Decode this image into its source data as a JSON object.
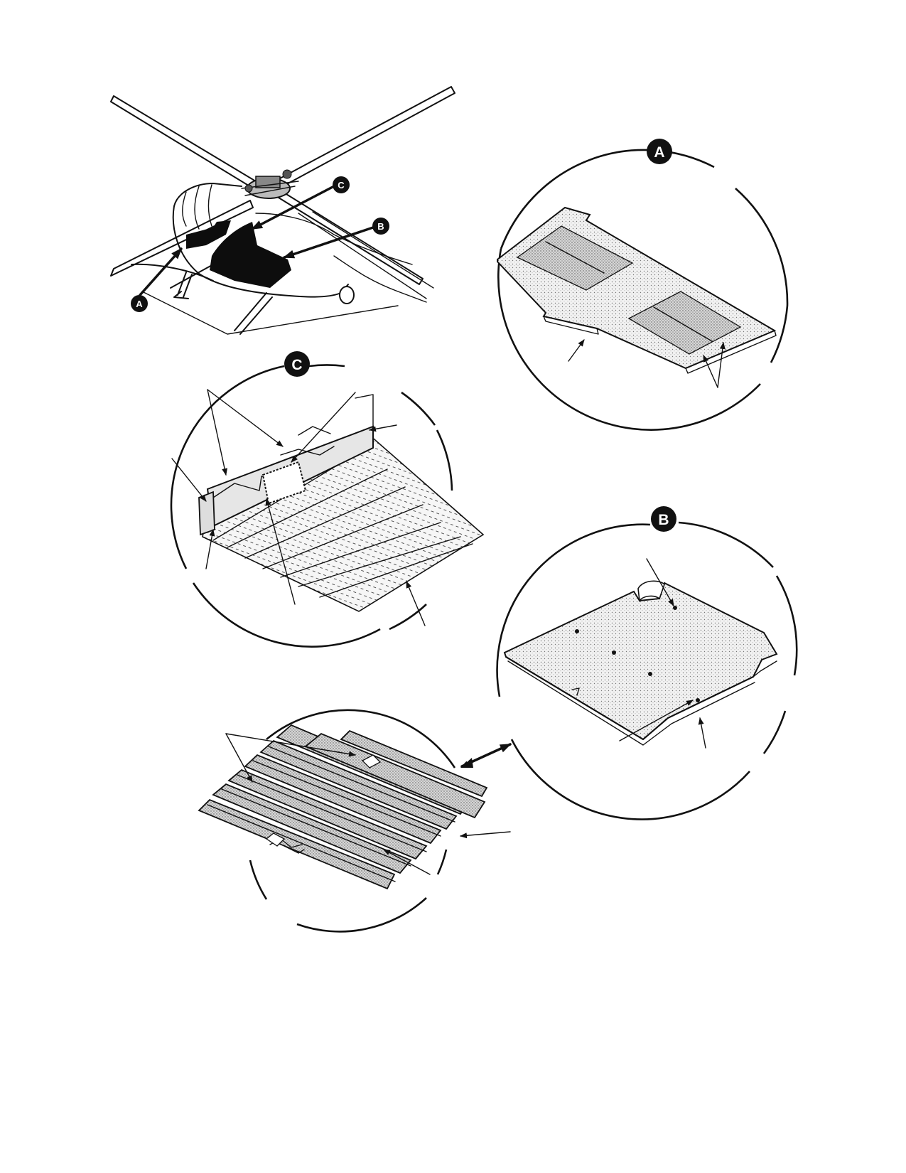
{
  "callouts": {
    "a_main": "A",
    "b_main": "B",
    "c_main": "C",
    "a_detail": "A",
    "b_detail": "B",
    "c_detail": "C"
  },
  "colors": {
    "ink": "#111111",
    "paper": "#ffffff",
    "stipple": "#d9d9d9",
    "highlight_panel": "#0d0d0d"
  },
  "icons": {
    "callout_marker": "filled-circle-letter",
    "leader": "arrow-line"
  }
}
